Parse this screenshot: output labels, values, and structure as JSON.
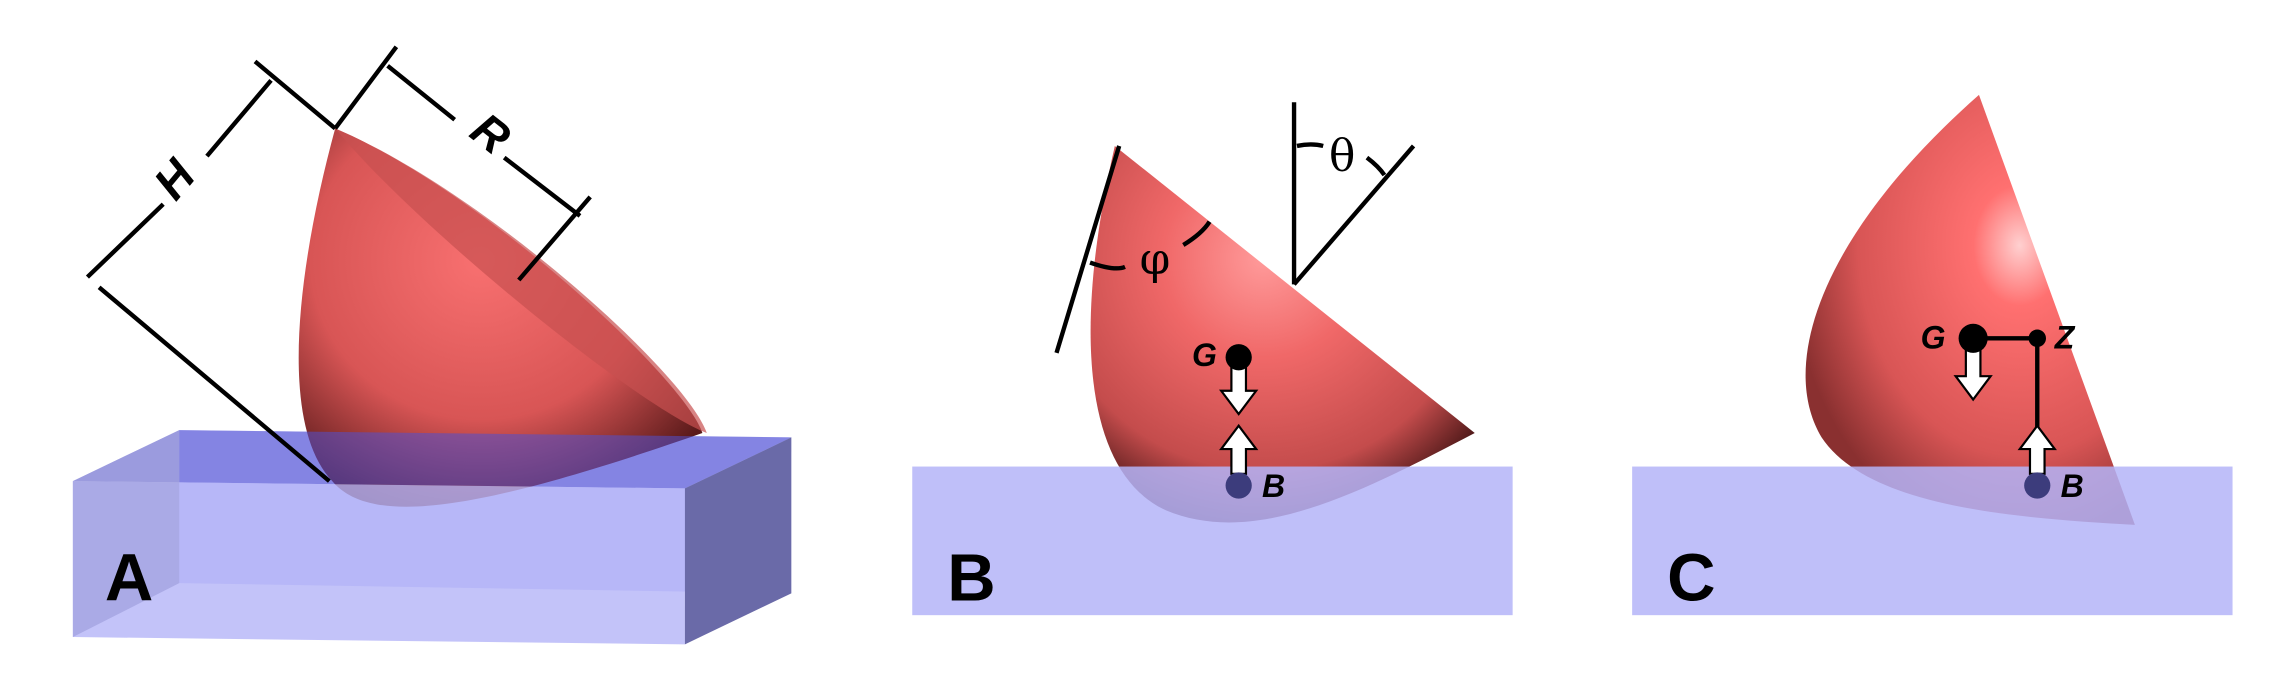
{
  "panels": [
    {
      "label": "A",
      "dimensions": [
        "H",
        "R"
      ]
    },
    {
      "label": "B",
      "angles": [
        "φ",
        "θ"
      ],
      "points": [
        "G",
        "B"
      ]
    },
    {
      "label": "C",
      "points": [
        "G",
        "Z",
        "B"
      ]
    }
  ],
  "colors": {
    "body": "#e85c5c",
    "water": "#b4b4f8",
    "water_edge": "#5a5aa8"
  }
}
